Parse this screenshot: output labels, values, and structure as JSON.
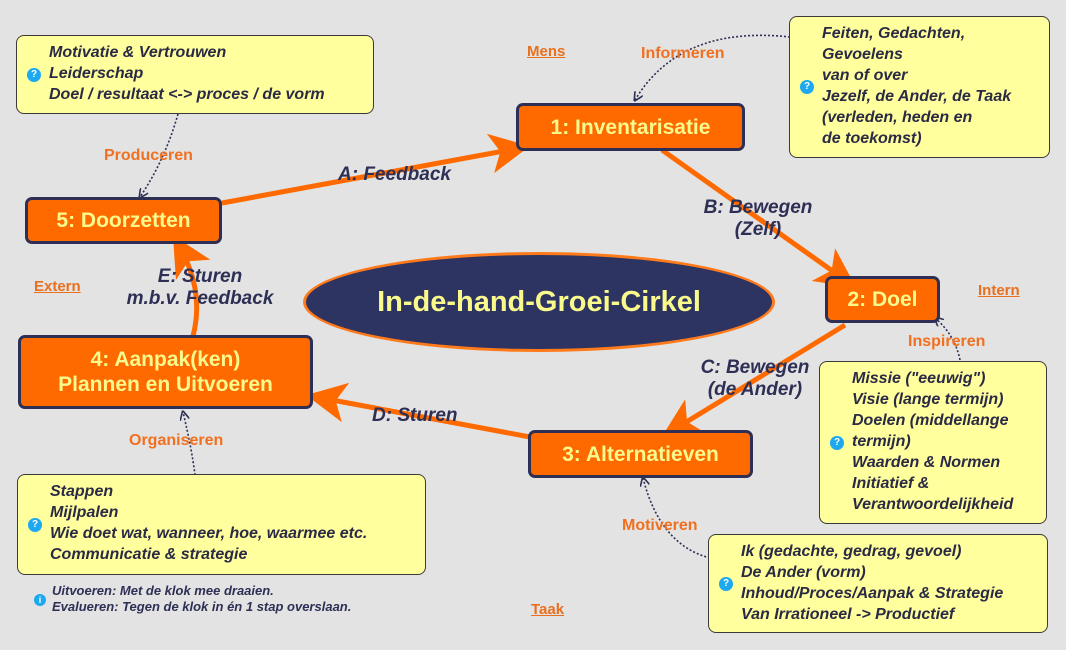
{
  "title": "In-de-hand-Groei-Cirkel",
  "colors": {
    "background": "#e3e3e3",
    "node_fill": "#ff6a00",
    "node_border": "#2e2f55",
    "node_text": "#fafa8c",
    "note_fill": "#ffff9e",
    "edge": "#ff6a00",
    "label_text": "#2e2f55",
    "accent_orange": "#f07020",
    "info_icon": "#1da9f0"
  },
  "nodes": [
    {
      "id": "n1",
      "lines": [
        "1: Inventarisatie"
      ]
    },
    {
      "id": "n2",
      "lines": [
        "2: Doel"
      ]
    },
    {
      "id": "n3",
      "lines": [
        "3: Alternatieven"
      ]
    },
    {
      "id": "n4",
      "lines": [
        "4: Aanpak(ken)",
        "Plannen en Uitvoeren"
      ]
    },
    {
      "id": "n5",
      "lines": [
        "5: Doorzetten"
      ]
    }
  ],
  "edges": [
    {
      "from": "n5",
      "to": "n1",
      "label": [
        "A: Feedback"
      ]
    },
    {
      "from": "n1",
      "to": "n2",
      "label": [
        "B: Bewegen",
        "(Zelf)"
      ]
    },
    {
      "from": "n2",
      "to": "n3",
      "label": [
        "C: Bewegen",
        "(de Ander)"
      ]
    },
    {
      "from": "n3",
      "to": "n4",
      "label": [
        "D: Sturen"
      ]
    },
    {
      "from": "n4",
      "to": "n5",
      "label": [
        "E: Sturen",
        "m.b.v. Feedback"
      ]
    }
  ],
  "verbs": {
    "informeren": "Informeren",
    "inspireren": "Inspireren",
    "motiveren": "Motiveren",
    "organiseren": "Organiseren",
    "produceren": "Produceren"
  },
  "quadrants": {
    "mens": "Mens",
    "intern": "Intern",
    "taak": "Taak",
    "extern": "Extern"
  },
  "notes": {
    "n5_note": [
      "Motivatie & Vertrouwen",
      "Leiderschap",
      "Doel / resultaat <-> proces / de vorm"
    ],
    "n1_note": [
      "Feiten, Gedachten,",
      "Gevoelens",
      "van of over",
      "Jezelf, de Ander, de Taak",
      "(verleden, heden en",
      "de toekomst)"
    ],
    "n2_note": [
      "Missie (\"eeuwig\")",
      "Visie (lange termijn)",
      "Doelen (middellange",
      "termijn)",
      "Waarden & Normen",
      "Initiatief &",
      "Verantwoordelijkheid"
    ],
    "n3_note": [
      "Ik (gedachte, gedrag, gevoel)",
      "De Ander (vorm)",
      "Inhoud/Proces/Aanpak & Strategie",
      "Van Irrationeel -> Productief"
    ],
    "n4_note": [
      "Stappen",
      "Mijlpalen",
      "Wie doet wat, wanneer, hoe, waarmee etc.",
      "Communicatie & strategie"
    ]
  },
  "footnote": [
    "Uitvoeren: Met de klok mee draaien.",
    "Evalueren: Tegen de klok in én 1 stap overslaan."
  ],
  "icons": {
    "note_icon": "?",
    "info_icon": "i"
  }
}
